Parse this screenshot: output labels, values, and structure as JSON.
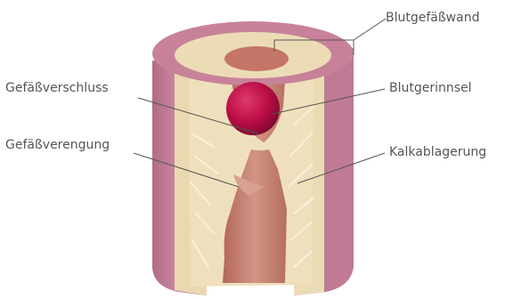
{
  "labels": {
    "vessel_wall": "Blutgefäßwand",
    "occlusion": "Gefäßverschluss",
    "blood_clot": "Blutgerinnsel",
    "stenosis": "Gefäßverengung",
    "calcification": "Kalkablagerung"
  },
  "colors": {
    "outer_wall": "#c9839b",
    "outer_wall_dark": "#a85f7a",
    "plaque": "#ecdcb6",
    "lumen": "#c97d6f",
    "clot": "#c01046",
    "leader_line": "#555555"
  }
}
